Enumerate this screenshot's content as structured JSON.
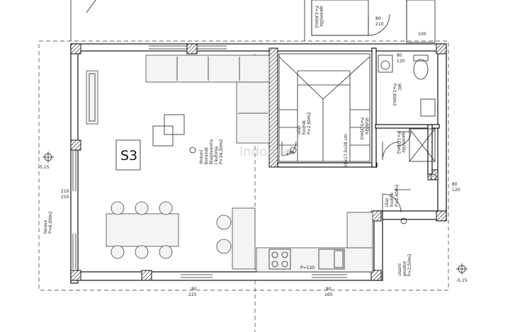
{
  "plan": {
    "unit_label": "S3",
    "watermark": "Indomio",
    "labels": {
      "living_room": [
        "dnevni",
        "boravak",
        "blagovaona",
        "i kuhinja",
        "P=34,30m2"
      ],
      "entrance": [
        "ulaz",
        "hodnik",
        "P=2,60m2"
      ],
      "terrace": [
        "terasa",
        "P=6,00m2"
      ],
      "staircase": [
        "stubište",
        "P=5,30m2"
      ],
      "bathroom": [
        "WC",
        "P=2,60m2"
      ],
      "storage": [
        "spremište",
        "P=1,20m2"
      ],
      "balcony": [
        "ulazni",
        "prostor",
        "P=2,50m2"
      ],
      "top_room": [
        "spremište",
        "P=3,60m2"
      ],
      "stairs_note": "16x17,5x28 cm"
    },
    "dimensions": {
      "d1": "210",
      "d2": "210",
      "d3": "80",
      "d4": "100",
      "d5": "80",
      "d6": "120",
      "d7": "80",
      "d8": "120",
      "d9": "80",
      "d10": "225",
      "d11": "80",
      "d12": "165",
      "d13": "210",
      "d14": "210",
      "d15": "P=120",
      "level_left": "-5.15",
      "level_right": "-5.15"
    }
  }
}
